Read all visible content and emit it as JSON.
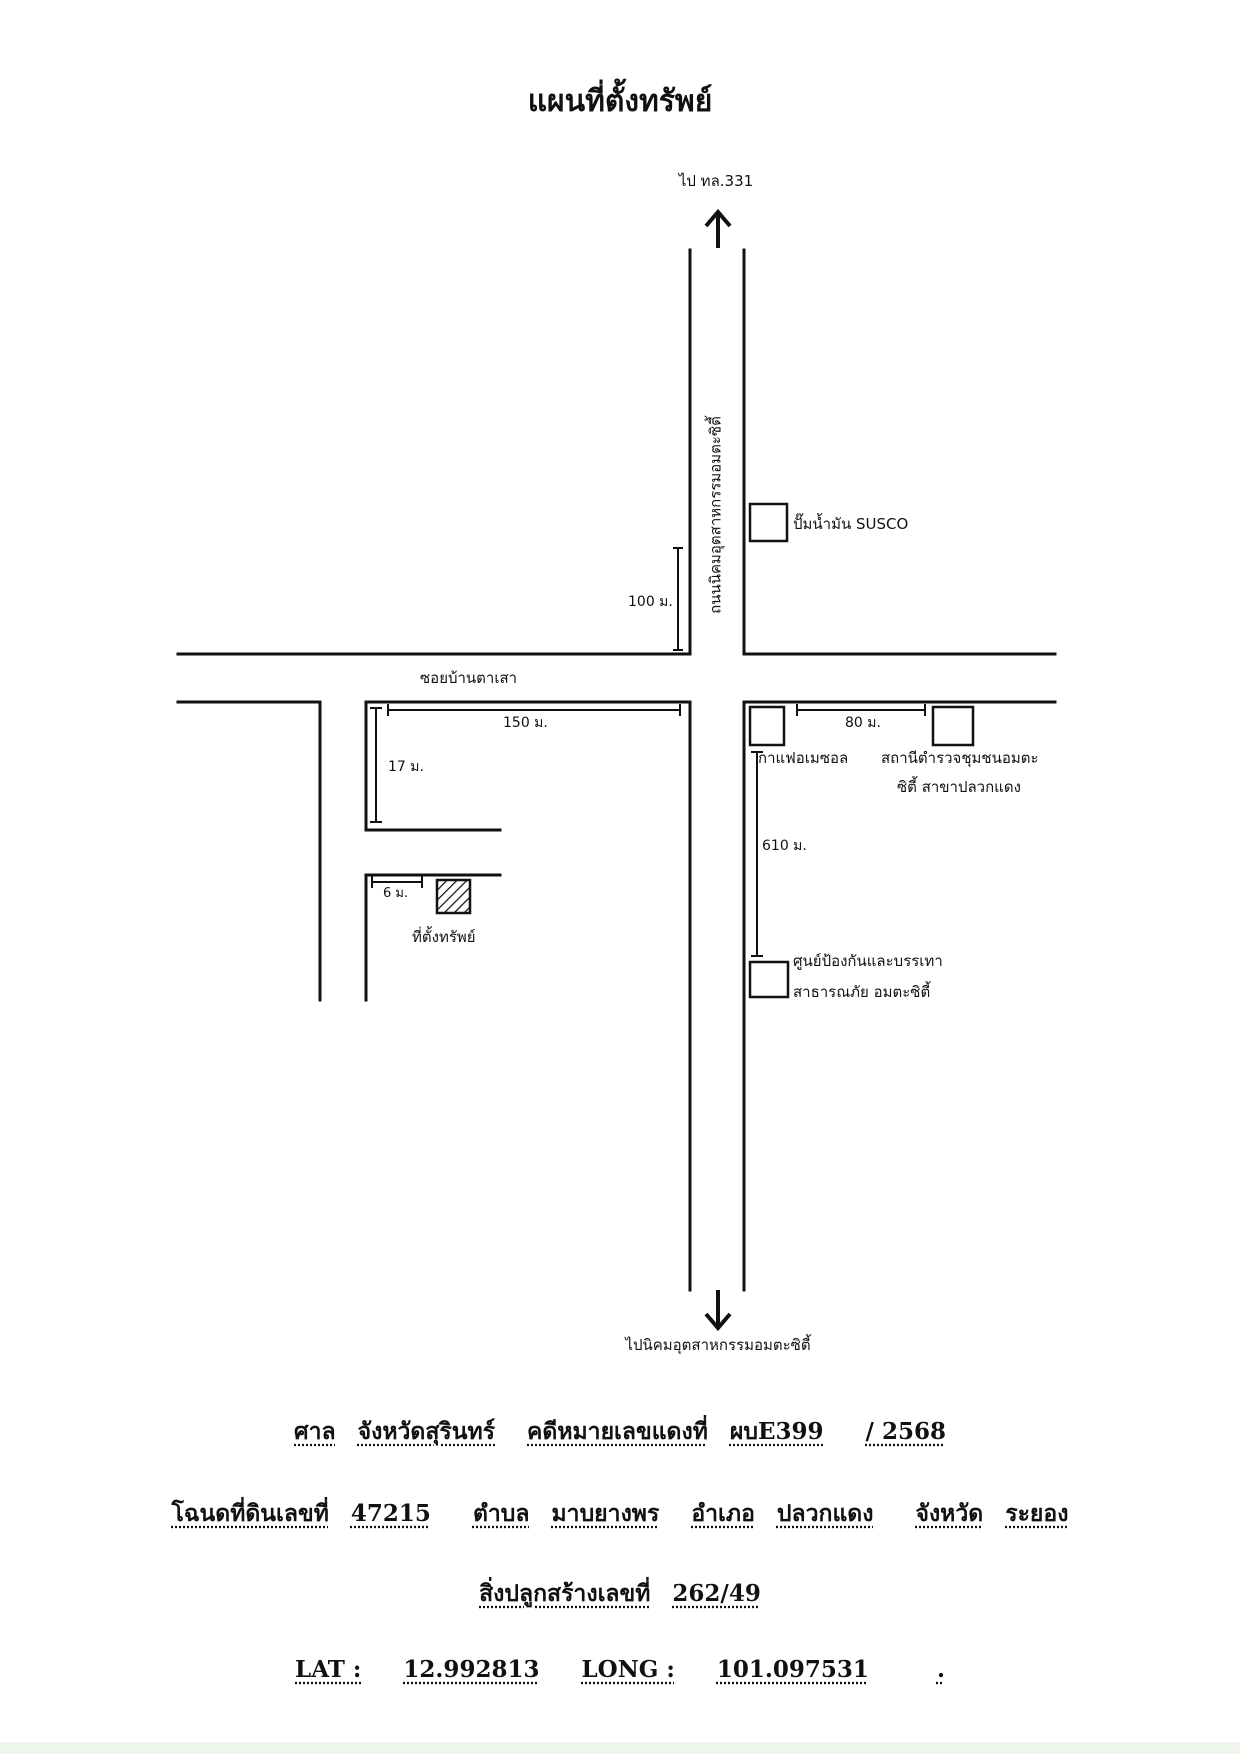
{
  "title": "แผนที่ตั้งทรัพย์",
  "map": {
    "north_label": "ไป ทล.331",
    "south_label": "ไปนิคมอุตสาหกรรมอมตะซิตี้",
    "main_road": "ถนนนิคมอุตสาหกรรมอมตะซิตี้",
    "side_road": "ซอยบ้านตาเสา",
    "landmarks": {
      "susco": "ปั๊มน้ำมัน SUSCO",
      "cafe": "กาแฟอเมซอล",
      "police_line1": "สถานีตำรวจชุมชนอมตะ",
      "police_line2": "ซิตี้ สาขาปลวกแดง",
      "disaster_line1": "ศูนย์ป้องกันและบรรเทา",
      "disaster_line2": "สาธารณภัย อมตะซิตี้",
      "property": "ที่ตั้งทรัพย์"
    },
    "distances": {
      "d100": "100 ม.",
      "d150": "150 ม.",
      "d17": "17 ม.",
      "d6": "6 ม.",
      "d80": "80 ม.",
      "d610": "610 ม."
    }
  },
  "info": {
    "court_label": "ศาล",
    "court_value": "จังหวัดสุรินทร์",
    "case_label": "คดีหมายเลขแดงที่",
    "case_value": "ผบE399",
    "case_year": "/ 2568",
    "deed_label": "โฉนดที่ดินเลขที่",
    "deed_value": "47215",
    "subdistrict_label": "ตำบล",
    "subdistrict_value": "มาบยางพร",
    "district_label": "อำเภอ",
    "district_value": "ปลวกแดง",
    "province_label": "จังหวัด",
    "province_value": "ระยอง",
    "building_label": "สิ่งปลูกสร้างเลขที่",
    "building_value": "262/49",
    "lat_label": "LAT :",
    "lat_value": "12.992813",
    "long_label": "LONG :",
    "long_value": "101.097531",
    "end_dot": "."
  }
}
